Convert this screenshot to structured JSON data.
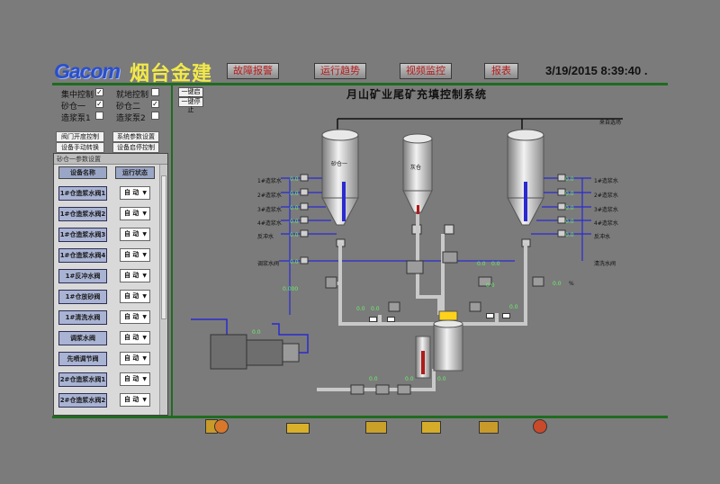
{
  "header": {
    "logo_en": "Gacom",
    "logo_cn": "烟台金建",
    "buttons": [
      "故障报警",
      "运行趋势",
      "视频监控",
      "报表"
    ],
    "datetime": "3/19/2015 8:39:40 ."
  },
  "controls": {
    "central_control": "集中控制",
    "local_control": "就地控制",
    "silo1": "砂仓一",
    "silo2": "砂仓二",
    "pump1": "造浆泵1",
    "pump2": "造浆泵2",
    "central_checked": "✓",
    "silo1_checked": "✓",
    "silo2_checked": "✓",
    "one_key_start": "一键启动",
    "one_key_stop": "一键停止",
    "btn_valve_open": "阀门开度控制",
    "btn_sys_params": "系统参数设置",
    "btn_manual": "设备手动转换",
    "btn_start_stop": "设备启停控制"
  },
  "panel": {
    "title": "砂仓一参数设置",
    "col_name": "设备名称",
    "col_state": "运行状态",
    "rows": [
      {
        "name": "1#仓造浆水阀1",
        "state": "自 动"
      },
      {
        "name": "1#仓造浆水阀2",
        "state": "自 动"
      },
      {
        "name": "1#仓造浆水阀3",
        "state": "自 动"
      },
      {
        "name": "1#仓造浆水阀4",
        "state": "自 动"
      },
      {
        "name": "1#反冲水阀",
        "state": "自 动"
      },
      {
        "name": "1#仓放砂阀",
        "state": "自 动"
      },
      {
        "name": "1#清洗水阀",
        "state": "自 动"
      },
      {
        "name": "调浆水阀",
        "state": "自 动"
      },
      {
        "name": "先喷调节阀",
        "state": "自 动"
      },
      {
        "name": "2#仓造浆水阀1",
        "state": "自 动"
      },
      {
        "name": "2#仓造浆水阀2",
        "state": "自 动"
      }
    ]
  },
  "diagram": {
    "title": "月山矿业尾矿充填控制系统",
    "silo1_label": "砂仓一",
    "cement_label": "灰仓",
    "incoming_label": "来自选场",
    "left_labels": [
      "1#造浆水",
      "2#造浆水",
      "3#造浆水",
      "4#造浆水",
      "反冲水",
      "调浆水阀"
    ],
    "right_labels": [
      "1#造浆水",
      "2#造浆水",
      "3#造浆水",
      "4#造浆水",
      "反冲水",
      "清洗水阀"
    ],
    "flow_value": "0.000",
    "zero": "0.0",
    "percent": "%"
  },
  "colors": {
    "background": "#7b7b7b",
    "accent_green": "#1f6b1f",
    "logo_yellow": "#f2e94a",
    "pipe_blue": "#2a2ad0",
    "value_green": "#6cf06c"
  }
}
